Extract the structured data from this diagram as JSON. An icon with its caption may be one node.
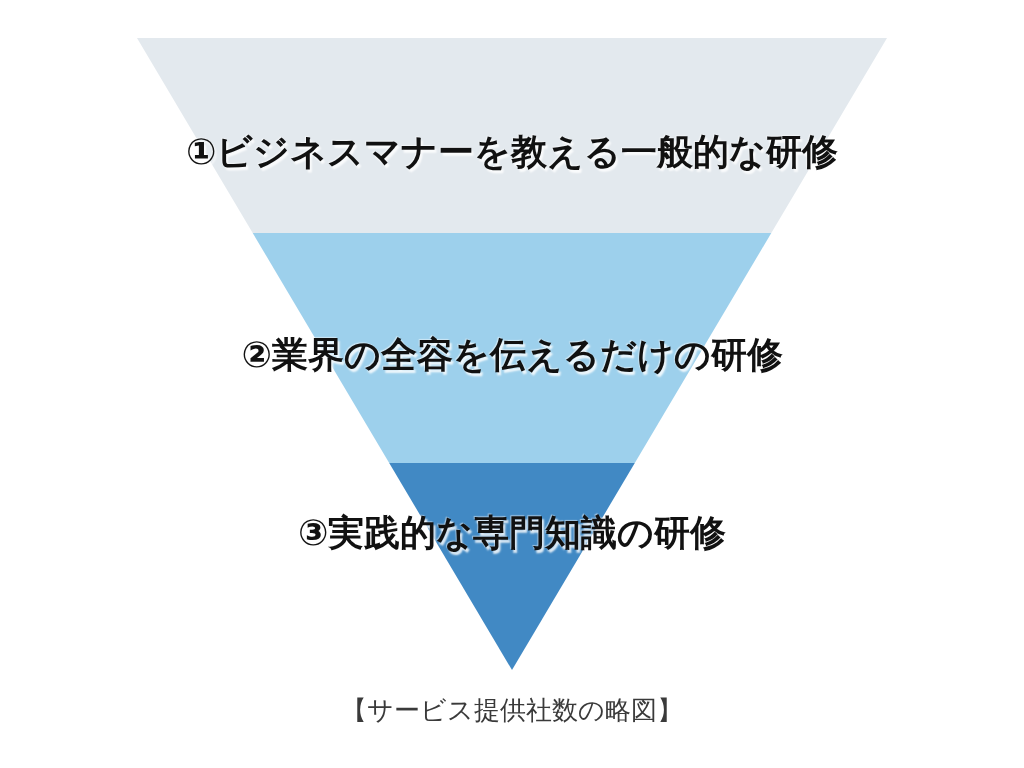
{
  "diagram": {
    "caption": "【サービス提供社数の略図】",
    "nodes": [
      {
        "text": [
          "①ビジネスマナーを教える一般的な研修"
        ]
      },
      {
        "text": [
          "②業界の全容を伝えるだけの研修"
        ]
      },
      {
        "text": [
          "③実践的な専門知識の研修"
        ]
      }
    ]
  }
}
